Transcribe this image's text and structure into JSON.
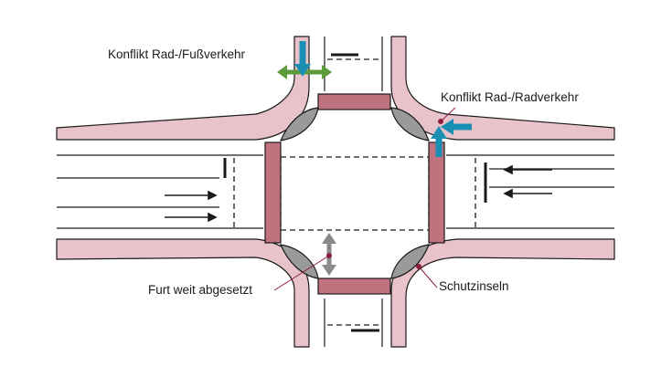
{
  "labels": {
    "conflict_bike_ped": "Konflikt Rad-/Fußverkehr",
    "conflict_bike_bike": "Konflikt Rad-/Radverkehr",
    "crossing_set_back": "Furt weit abgesetzt",
    "protection_islands": "Schutzinseln"
  },
  "colors": {
    "cycle_path": "#e8c3ca",
    "crossing": "#c0727f",
    "island": "#9a9a9a",
    "outline": "#1a1a1a",
    "conflict_pedestrian_arrow": "#5d9a3a",
    "bike_arrow": "#1b8fb3",
    "gap_arrow": "#8a8a8a",
    "leader_dot": "#8e1d3e"
  }
}
